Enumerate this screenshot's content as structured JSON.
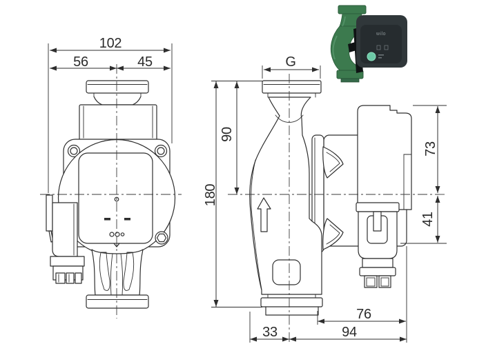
{
  "drawing": {
    "line_color": "#2e2e2e",
    "dimensions": {
      "total_width": "102",
      "width_left_of_axis": "56",
      "width_right_of_axis": "45",
      "total_height": "180",
      "flange_to_axis": "90",
      "port_thread": "G",
      "axis_to_housing_top": "73",
      "axis_to_housing_bottom": "41",
      "axis_to_motor_rear_top": "76",
      "axis_to_flange_face": "33",
      "axis_to_motor_rear": "94"
    }
  },
  "photo": {
    "brand": "wilo",
    "body_color": "#3c7a4e",
    "module_color": "#2f3638",
    "button_color": "#6cc9a6"
  }
}
